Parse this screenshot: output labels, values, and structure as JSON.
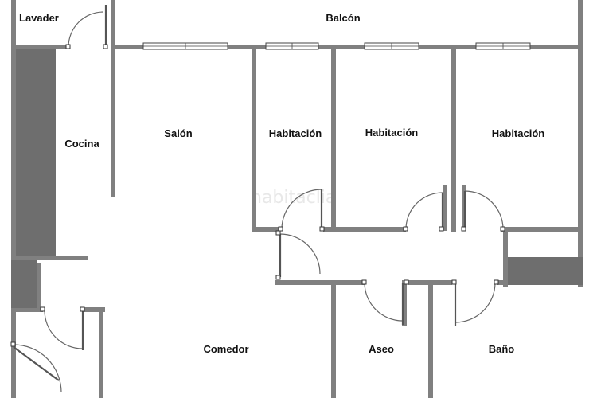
{
  "rooms": {
    "lavader": "Lavader",
    "balcon": "Balcón",
    "cocina": "Cocina",
    "salon": "Salón",
    "habitacion_1": "Habitación",
    "habitacion_2": "Habitación",
    "habitacion_3": "Habitación",
    "comedor": "Comedor",
    "aseo": "Aseo",
    "bano": "Baño"
  },
  "watermark": "habitaclia",
  "colors": {
    "wall": "#808080",
    "accent_block": "#6e6e6e",
    "background": "#ffffff"
  }
}
